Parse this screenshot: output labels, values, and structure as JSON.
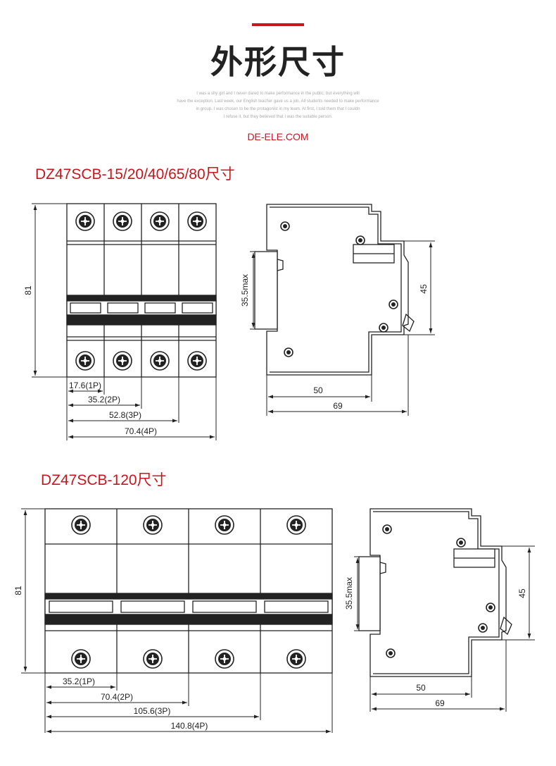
{
  "header": {
    "title": "外形尺寸",
    "tagline": [
      "I was a shy girl and I never dared to make performance in the public, but everything will",
      "have the exception. Last week, our English teacher gave us a job. All students needed to make performance",
      "in group. I was chosen to be the protagonist in my team. At first, I told them that I couldn",
      "I refuse it, but they believed that I was the suitable person."
    ],
    "site": "DE-ELE.COM"
  },
  "section1": {
    "title": "DZ47SCB-15/20/40/65/80尺寸",
    "front": {
      "height": "81",
      "widths": [
        "17.6(1P)",
        "35.2(2P)",
        "52.8(3P)",
        "70.4(4P)"
      ]
    },
    "side": {
      "rail": "35.5max",
      "height": "45",
      "depth": "50",
      "total": "69"
    }
  },
  "section2": {
    "title": "DZ47SCB-120尺寸",
    "front": {
      "height": "81",
      "widths": [
        "35.2(1P)",
        "70.4(2P)",
        "105.6(3P)",
        "140.8(4P)"
      ]
    },
    "side": {
      "rail": "35.5max",
      "height": "45",
      "depth": "50",
      "total": "69"
    }
  },
  "colors": {
    "accent": "#c8161d",
    "line": "#222222"
  }
}
